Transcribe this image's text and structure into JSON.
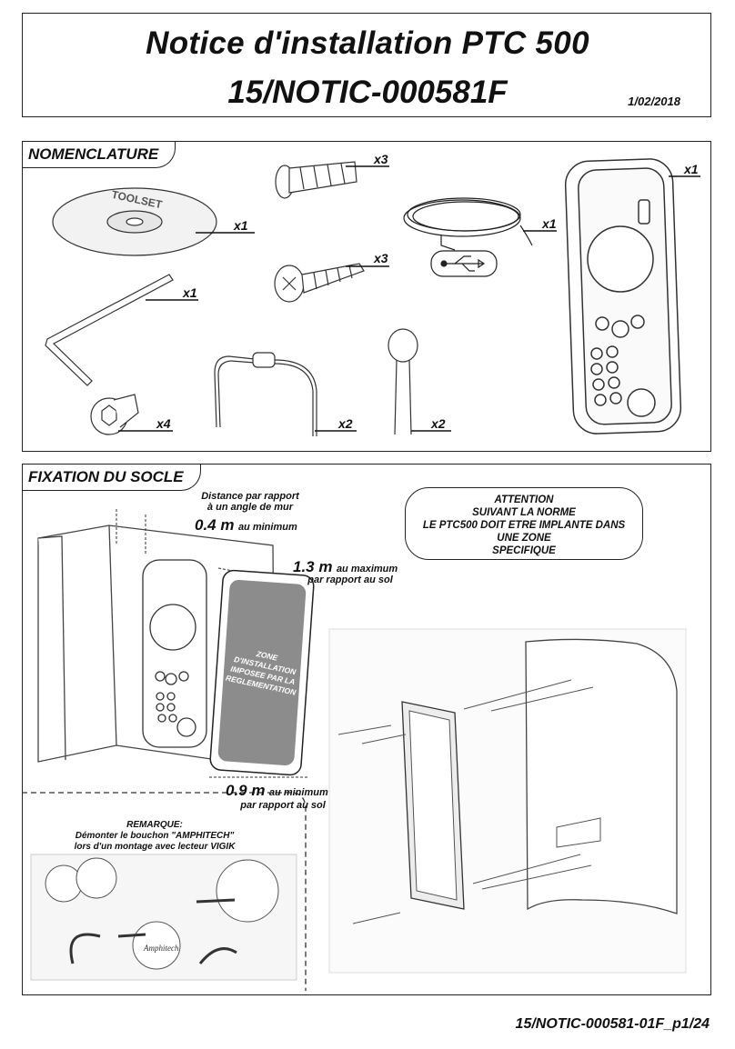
{
  "header": {
    "title_line1": "Notice d'installation PTC 500",
    "title_line2": "15/NOTIC-000581F",
    "date": "1/02/2018"
  },
  "nomenclature": {
    "section_title": "NOMENCLATURE",
    "toolset_label": "TOOLSET",
    "items": {
      "cd_qty": "x1",
      "anchor_qty": "x3",
      "screw_qty": "x3",
      "cable_qty": "x1",
      "device_qty": "x1",
      "hexkey_qty": "x1",
      "boltscrew_qty": "x4",
      "wire_qty": "x2",
      "varistor_qty": "x2"
    }
  },
  "fixation": {
    "section_title": "FIXATION DU SOCLE",
    "wall_distance_label": "Distance par rapport\nà un angle de mur",
    "wall_distance_value": "0.4 m",
    "wall_distance_unit": "au minimum",
    "max_height_value": "1.3 m",
    "max_height_unit": "au maximum",
    "max_height_ref": "par rapport au sol",
    "min_height_value": "0.9 m",
    "min_height_unit": "au minimum",
    "min_height_ref": "par rapport au sol",
    "zone_label": "ZONE\nD'INSTALLATION\nIMPOSEE PAR LA\nREGLEMENTATION",
    "attention_lines": [
      "ATTENTION",
      "SUIVANT LA NORME",
      "LE PTC500 DOIT ETRE IMPLANTE DANS",
      "UNE ZONE",
      "SPECIFIQUE"
    ],
    "remarque_title": "REMARQUE:",
    "remarque_text1": "Démonter le bouchon \"AMPHITECH\"",
    "remarque_text2": "lors d'un montage avec lecteur VIGIK",
    "brand_label": "Amphitech"
  },
  "footer": {
    "reference": "15/NOTIC-000581-01F_p1/24"
  }
}
